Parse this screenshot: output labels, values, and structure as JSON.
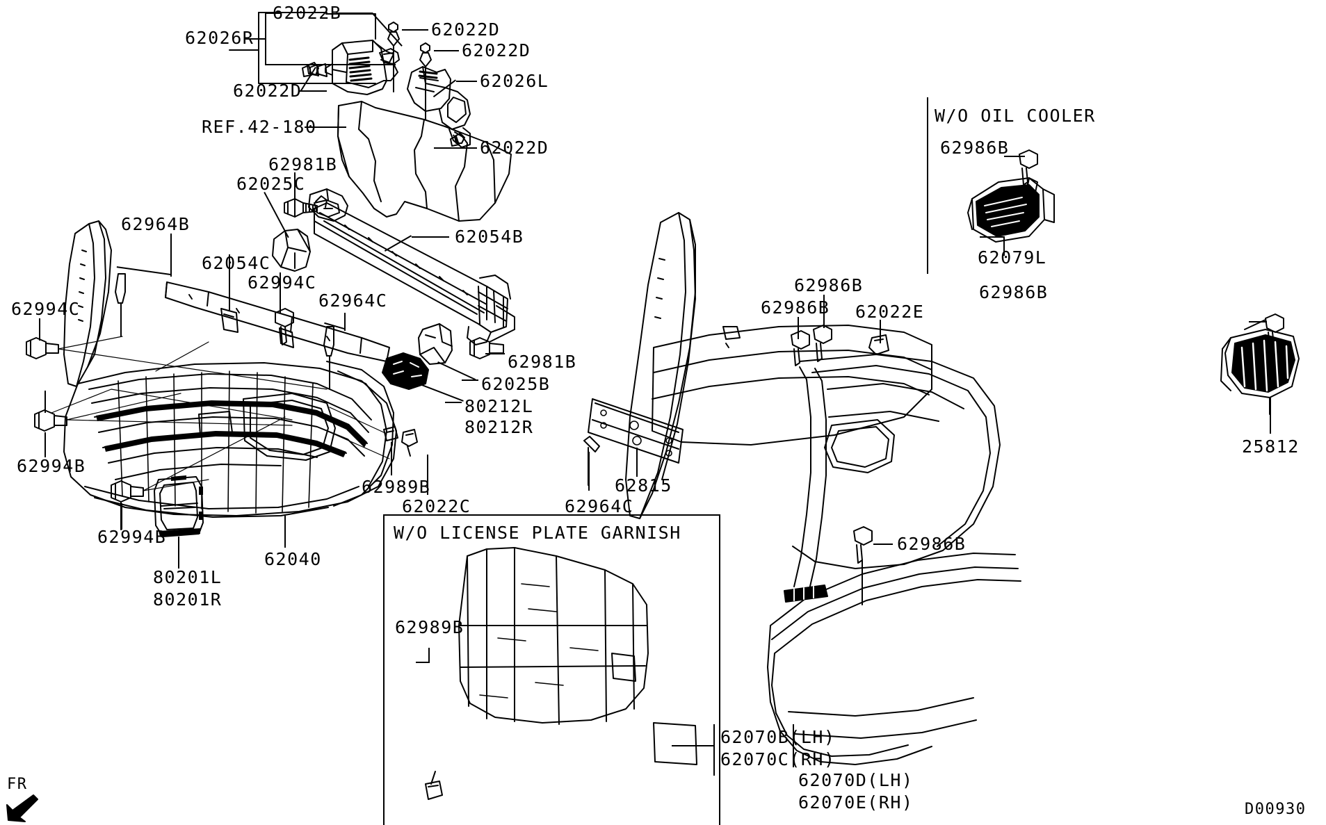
{
  "diagram": {
    "drawing_number": "D00930",
    "orientation_marker": "FR",
    "orientation_icon": "front-direction-arrow"
  },
  "sections": {
    "wo_oil_cooler": {
      "title": "W/O OIL COOLER"
    },
    "wo_license_plate_garnish": {
      "title": "W/O LICENSE PLATE GARNISH"
    }
  },
  "callouts": {
    "c62026R": "62026R",
    "c62022B": "62022B",
    "c62022D_1": "62022D",
    "c62022D_2": "62022D",
    "c62022D_3": "62022D",
    "c62022D_4": "62022D",
    "c62026L": "62026L",
    "ref42180": "REF.42-180",
    "c62981B_top": "62981B",
    "c62025C": "62025C",
    "c62054B": "62054B",
    "c62964B": "62964B",
    "c62054C": "62054C",
    "c62994C_mid": "62994C",
    "c62994C_left": "62994C",
    "c62964C_mid": "62964C",
    "c62981B_low": "62981B",
    "c62025B": "62025B",
    "c80212L": "80212L",
    "c80212R": "80212R",
    "c62994B_upper": "62994B",
    "c62994B_lower": "62994B",
    "c62989B_left": "62989B",
    "c62022C": "62022C",
    "c80201L": "80201L",
    "c80201R": "80201R",
    "c62040": "62040",
    "c62989B_box": "62989B",
    "c62815": "62815",
    "c62964C_right": "62964C",
    "c62986B_a": "62986B",
    "c62986B_b": "62986B",
    "c62022E": "62022E",
    "c62986B_right": "62986B",
    "c62986B_cooler": "62986B",
    "c62079L": "62079L",
    "c25812": "25812",
    "c62986B_bottom": "62986B",
    "c62070B": "62070B(LH)",
    "c62070C": "62070C(RH)",
    "c62070D": "62070D(LH)",
    "c62070E": "62070E(RH)"
  },
  "colors": {
    "line": "#000000",
    "background": "#ffffff"
  }
}
